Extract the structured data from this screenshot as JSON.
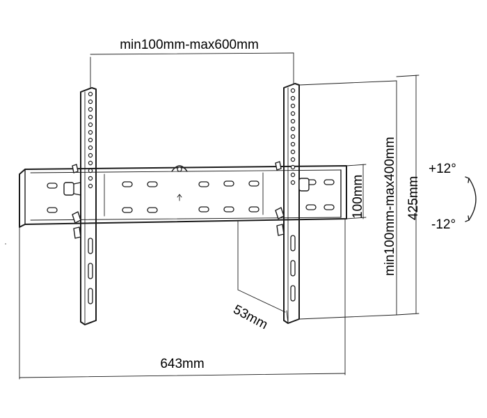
{
  "diagram": {
    "dimensions": {
      "vesa_horizontal": "min100mm-max600mm",
      "vesa_vertical": "min100mm-max400mm",
      "bracket_height": "100mm",
      "total_height": "425mm",
      "depth": "53mm",
      "total_width": "643mm",
      "tilt_up": "+12°",
      "tilt_down": "-12°"
    },
    "colors": {
      "line": "#1a1a1a",
      "background": "#ffffff"
    }
  }
}
